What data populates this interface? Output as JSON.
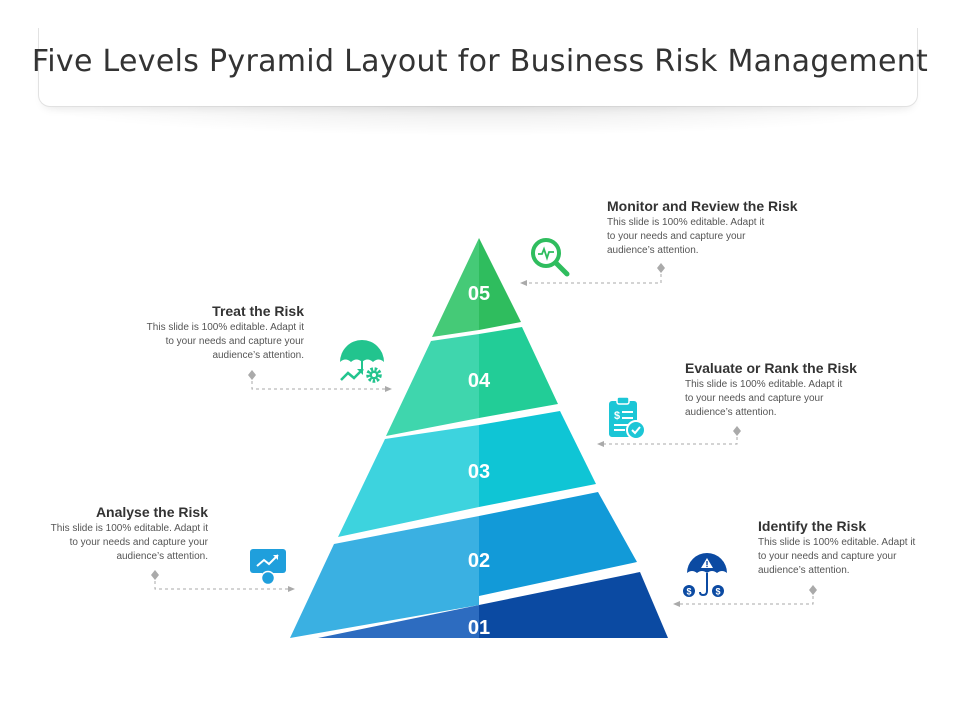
{
  "title": "Five Levels Pyramid Layout for Business Risk Management",
  "levels": [
    {
      "number": "01",
      "color": "#0b4aa2"
    },
    {
      "number": "02",
      "color": "#1f9fdc"
    },
    {
      "number": "03",
      "color": "#1cc6d6"
    },
    {
      "number": "04",
      "color": "#2ed3a0"
    },
    {
      "number": "05",
      "color": "#35c466"
    }
  ],
  "items": {
    "monitor": {
      "heading": "Monitor and Review the Risk",
      "line1": "This slide is 100% editable. Adapt it",
      "line2": "to your needs and capture your",
      "line3": "audience’s attention."
    },
    "treat": {
      "heading": "Treat the Risk",
      "line1": "This slide is 100% editable. Adapt it",
      "line2": "to your needs and capture your",
      "line3": "audience’s attention."
    },
    "evaluate": {
      "heading": "Evaluate or Rank the Risk",
      "line1": "This slide is 100% editable. Adapt it",
      "line2": "to your needs and capture your",
      "line3": "audience’s attention."
    },
    "analyse": {
      "heading": "Analyse the Risk",
      "line1": "This slide is 100% editable. Adapt it",
      "line2": "to your needs and capture your",
      "line3": "audience’s attention."
    },
    "identify": {
      "heading": "Identify the Risk",
      "line1": "This slide is 100% editable. Adapt it",
      "line2": "to your needs and capture your",
      "line3": "audience’s attention."
    }
  },
  "icons": {
    "monitor": "magnifier-heartbeat-icon",
    "treat": "umbrella-growth-gear-icon",
    "evaluate": "clipboard-check-icon",
    "analyse": "chart-person-icon",
    "identify": "umbrella-warning-dollar-icon"
  }
}
